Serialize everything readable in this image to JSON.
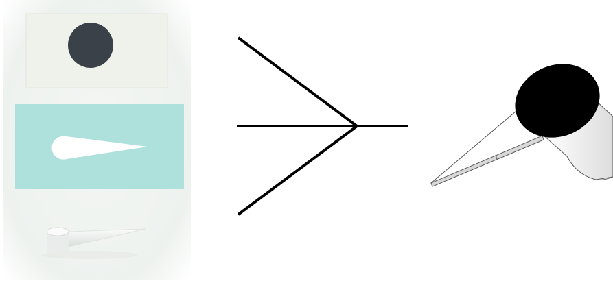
{
  "panels": {
    "photo": {
      "strips": [
        {
          "name": "white-card",
          "color": "#eef2ea",
          "mark": "circle",
          "mark_color": "#3a4148"
        },
        {
          "name": "teal-card",
          "color": "#aee0dc",
          "mark": "keyhole-cutout",
          "mark_color": "#ffffff"
        },
        {
          "name": "printed-part",
          "color": "#f3f5f3",
          "mark": "3d-keyhole-part"
        }
      ]
    },
    "merge_arrow": {
      "inputs": 3,
      "outputs": 1,
      "color": "#000000"
    },
    "render": {
      "disk_color": "#000000",
      "cylinder_color": "#f2f2f2",
      "outline_color": "#555555"
    }
  }
}
